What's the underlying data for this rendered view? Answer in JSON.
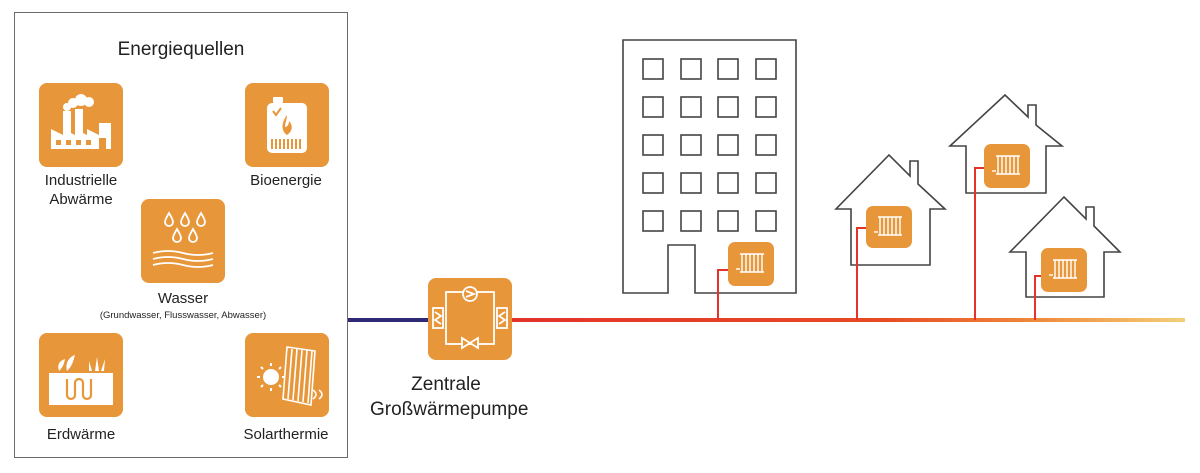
{
  "panel": {
    "title": "Energiequellen",
    "sources": {
      "industrial": {
        "label_line1": "Industrielle",
        "label_line2": "Abwärme",
        "icon": "factory-icon"
      },
      "bio": {
        "label": "Bioenergie",
        "icon": "biomass-boiler-icon"
      },
      "water": {
        "label": "Wasser",
        "sublabel": "(Grundwasser, Flusswasser, Abwasser)",
        "icon": "water-drops-icon"
      },
      "geo": {
        "label": "Erdwärme",
        "icon": "geothermal-icon"
      },
      "solar": {
        "label": "Solarthermie",
        "icon": "solar-collector-icon"
      }
    }
  },
  "pump": {
    "label_line1": "Zentrale",
    "label_line2": "Großwärmepumpe",
    "icon": "heat-pump-icon"
  },
  "buildings": [
    "apartment-building",
    "house",
    "house",
    "house"
  ],
  "colors": {
    "accent": "#e8963a",
    "cold_pipe": "#2e2a78",
    "hot_pipe": "#e3332a",
    "warm_pipe_end": "#f2cf7a",
    "outline": "#444444"
  }
}
